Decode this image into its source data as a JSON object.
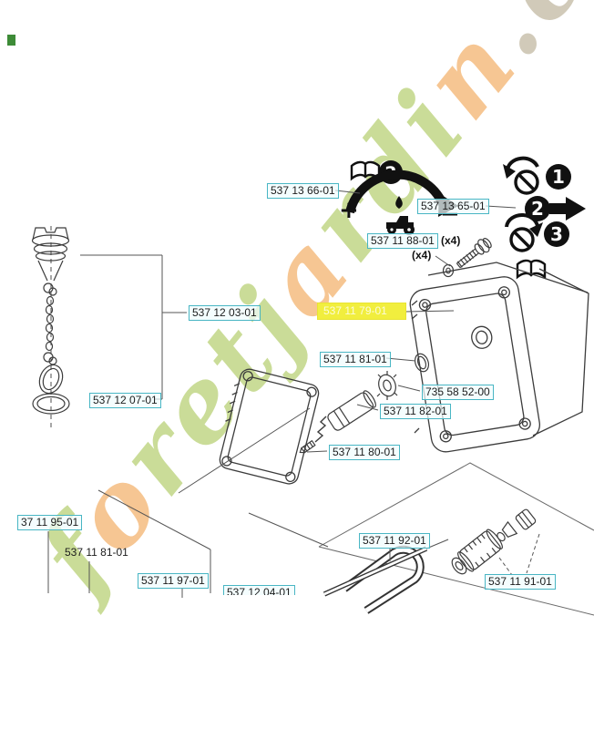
{
  "watermark": {
    "text": "foretjardin.com",
    "segments": [
      {
        "text": "f",
        "tone": "green"
      },
      {
        "text": "o",
        "tone": "orange"
      },
      {
        "text": "retj",
        "tone": "green"
      },
      {
        "text": "a",
        "tone": "orange"
      },
      {
        "text": "rdi",
        "tone": "green"
      },
      {
        "text": "n",
        "tone": "orange"
      },
      {
        "text": ".com",
        "tone": "beige"
      }
    ]
  },
  "legend": {
    "badge_1": "1",
    "badge_2": "2",
    "badge_3": "3",
    "badge_book_2": "2",
    "plus": "+",
    "minus": "−"
  },
  "labels": [
    {
      "text": "537 13 66-01"
    },
    {
      "text": "537 13 65-01"
    },
    {
      "text": "537 11 88-01"
    },
    {
      "text": "(x4)"
    },
    {
      "text": "(x4)"
    },
    {
      "text": "537 11 79-01",
      "highlighted": true
    },
    {
      "text": "537 12 03-01"
    },
    {
      "text": "537 12 07-01"
    },
    {
      "text": "537 11 81-01"
    },
    {
      "text": "735 58 52-00"
    },
    {
      "text": "537 11 82-01"
    },
    {
      "text": "537 11 80-01"
    },
    {
      "text": "37 11 95-01"
    },
    {
      "text": "537 11 81-01"
    },
    {
      "text": "537 11 97-01"
    },
    {
      "text": "537 12 04-01"
    },
    {
      "text": "537 11 92-01"
    },
    {
      "text": "537 11 91-01"
    }
  ],
  "colors": {
    "label_border": "#49b6c4",
    "highlight": "#f1ee3e",
    "watermark_green": "#c8db93",
    "watermark_orange": "#f6c48e",
    "watermark_beige": "#cfc8b6"
  }
}
